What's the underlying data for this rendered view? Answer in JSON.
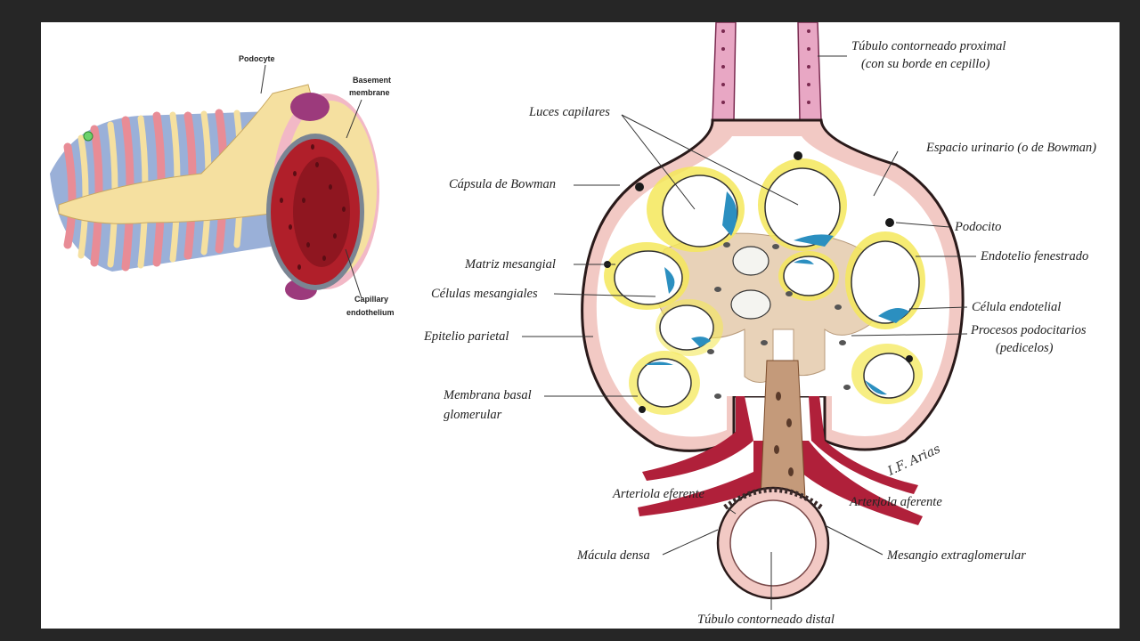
{
  "figure_left": {
    "labels": {
      "podocyte": "Podocyte",
      "basement_1": "Basement",
      "basement_2": "membrane",
      "capillary_1": "Capillary",
      "capillary_2": "endothelium"
    },
    "colors": {
      "cytoplasm": "#f5e0a0",
      "lumen": "#b01f2a",
      "interdigit_blue": "#9ab0d8",
      "interdigit_pink": "#e88c96"
    }
  },
  "figure_right": {
    "labels": {
      "tubulo_proximal_1": "Túbulo contorneado proximal",
      "tubulo_proximal_2": "(con su borde en cepillo)",
      "luces_capilares": "Luces capilares",
      "espacio_urinario": "Espacio urinario (o de Bowman)",
      "capsula_bowman": "Cápsula de Bowman",
      "podocito": "Podocito",
      "endotelio_fenestrado": "Endotelio fenestrado",
      "matriz_mesangial": "Matriz mesangial",
      "celulas_mesangiales": "Células mesangiales",
      "celula_endotelial": "Célula endotelial",
      "epitelio_parietal": "Epitelio parietal",
      "procesos_1": "Procesos podocitarios",
      "procesos_2": "(pedicelos)",
      "membrana_1": "Membrana basal",
      "membrana_2": "glomerular",
      "arteriola_eferente": "Arteriola eferente",
      "arteriola_aferente": "Arteriola aferente",
      "macula_densa": "Mácula densa",
      "mesangio_extraglomerular": "Mesangio extraglomerular",
      "tubulo_distal": "Túbulo contorneado distal",
      "signature": "I.F. Arias"
    },
    "colors": {
      "capsule_wall": "#f2c9c4",
      "podocyte_yellow": "#f4e85a",
      "mesangium": "#e8d2b8",
      "arteriole": "#b0203a",
      "endothelium_blue": "#2b8fc0"
    }
  }
}
